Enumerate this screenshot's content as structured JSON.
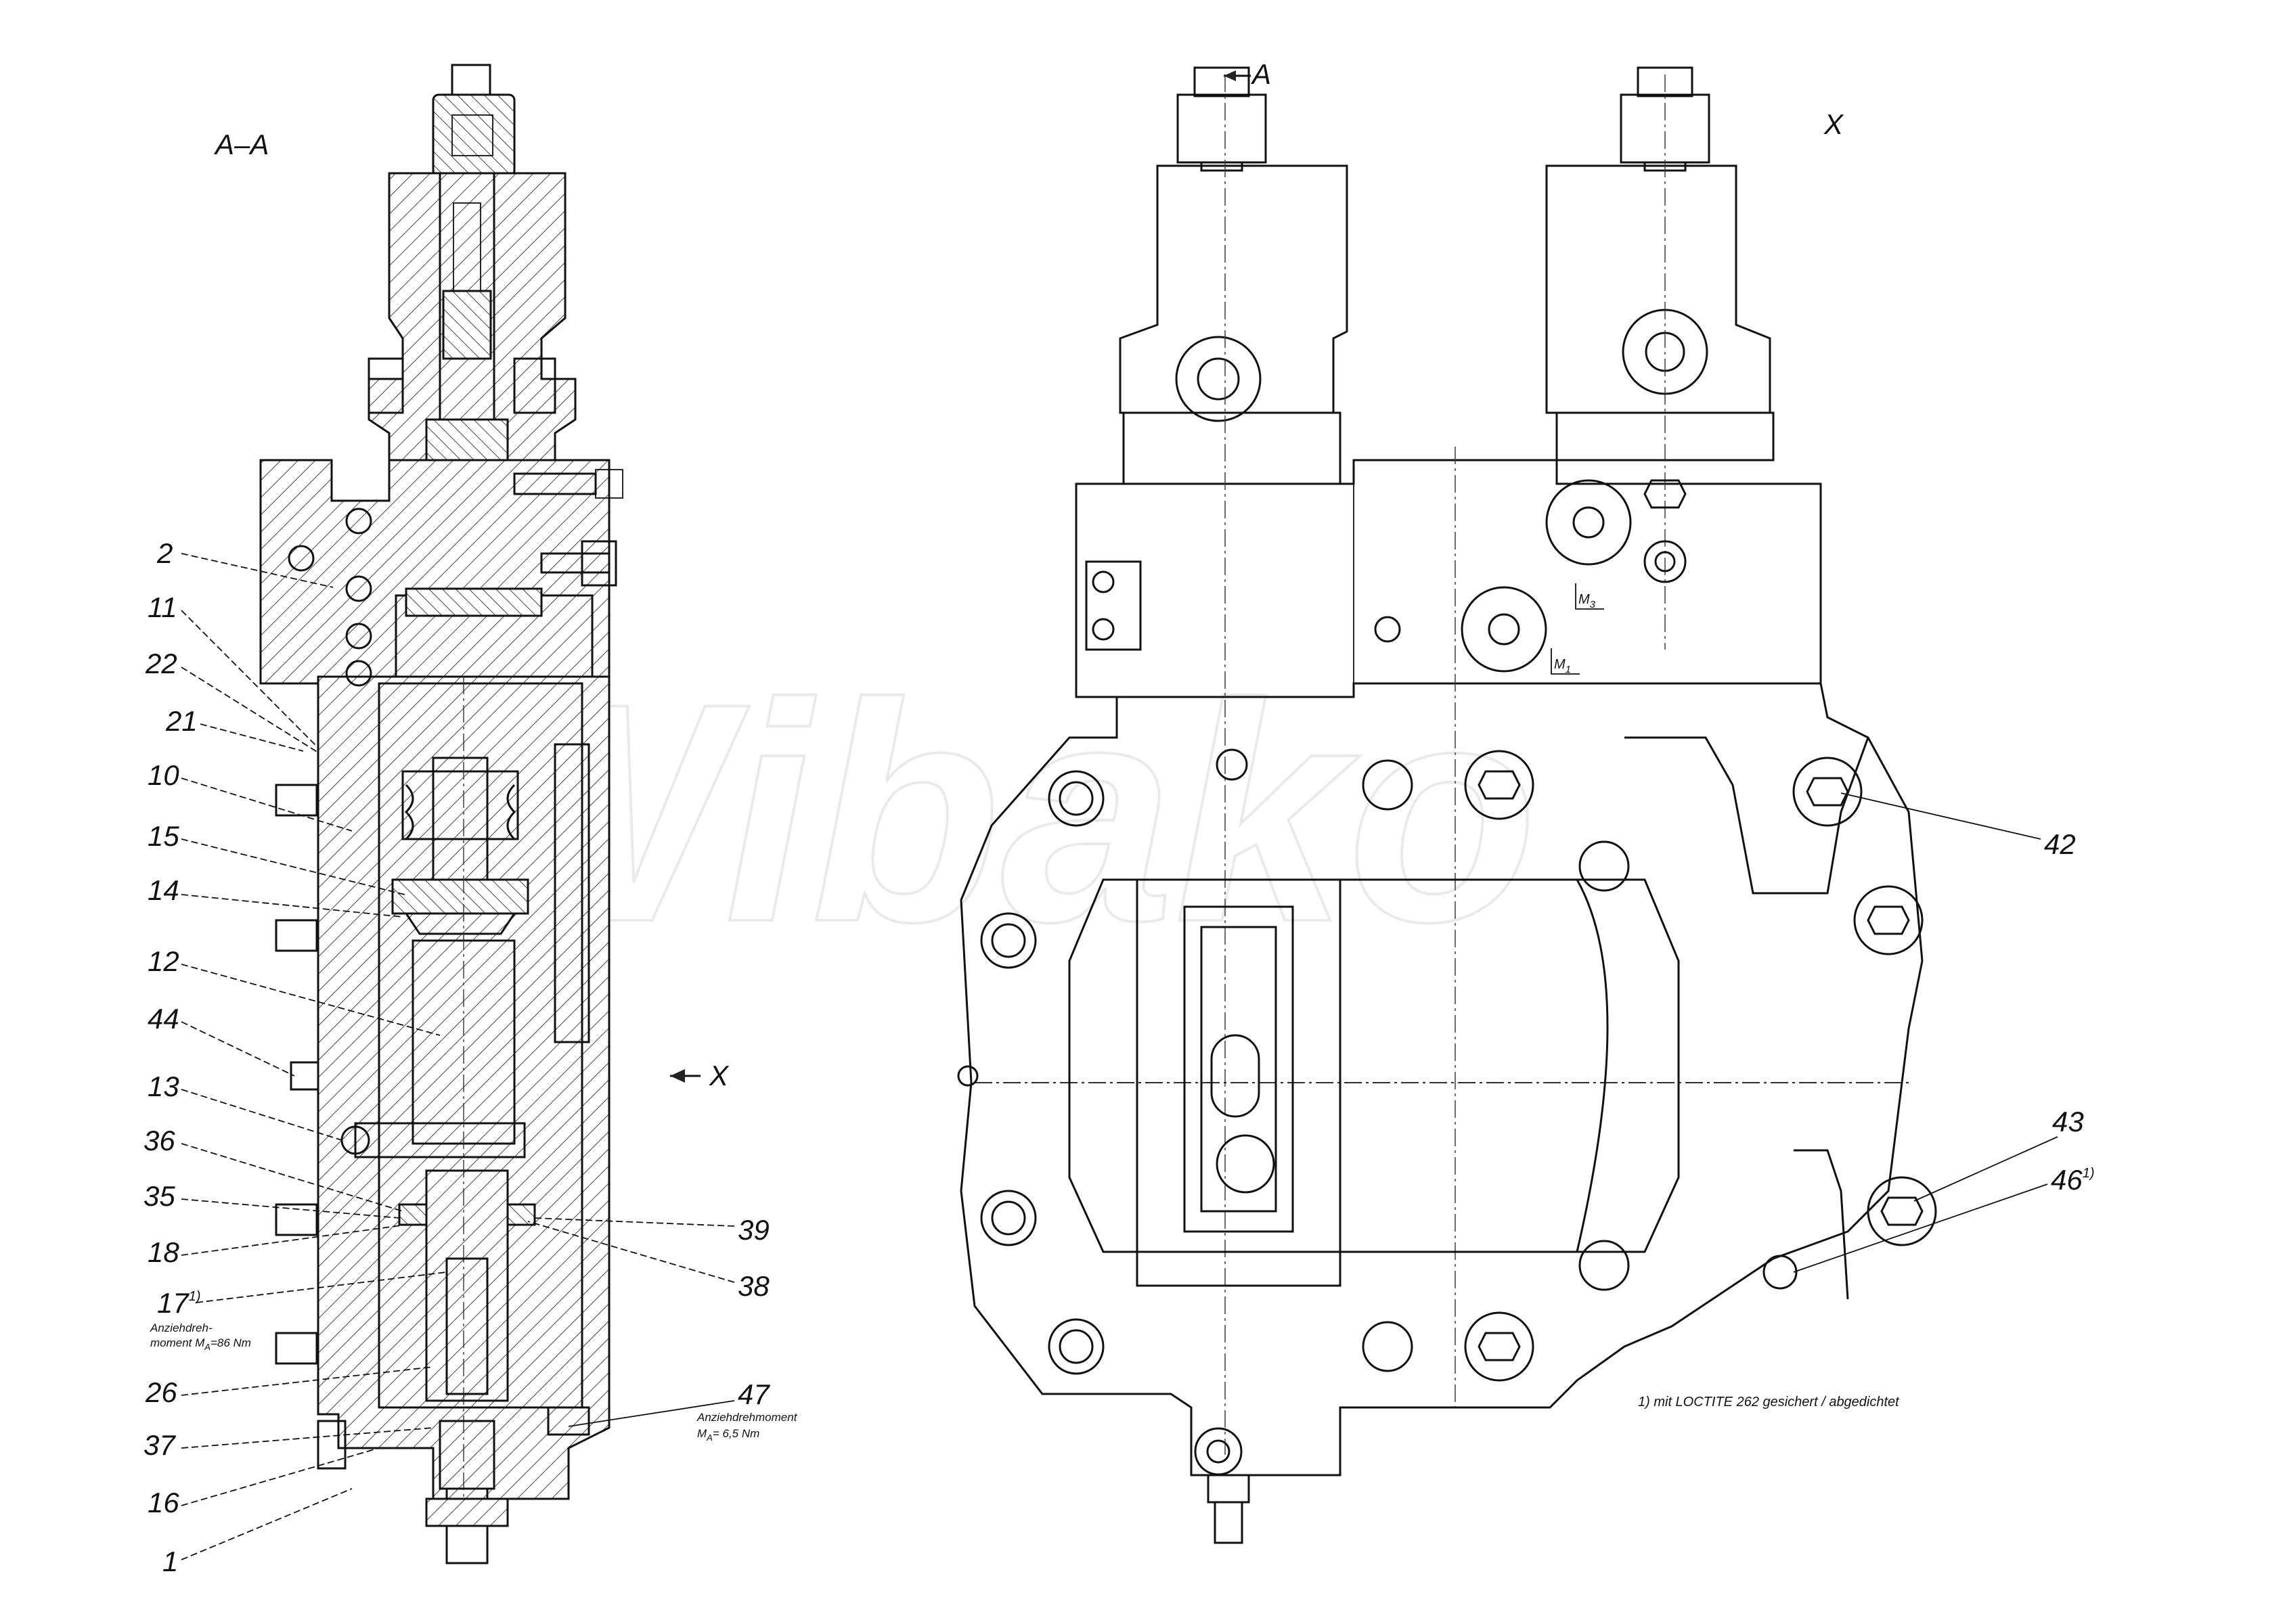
{
  "section_title": "A–A",
  "view_title": "X",
  "section_marker_label": "A",
  "view_arrow_label": "X",
  "watermark": "Wibako",
  "callouts_left": [
    {
      "id": "c2",
      "label": "2"
    },
    {
      "id": "c11",
      "label": "11"
    },
    {
      "id": "c22",
      "label": "22"
    },
    {
      "id": "c21",
      "label": "21"
    },
    {
      "id": "c10",
      "label": "10"
    },
    {
      "id": "c15",
      "label": "15"
    },
    {
      "id": "c14",
      "label": "14"
    },
    {
      "id": "c12",
      "label": "12"
    },
    {
      "id": "c44",
      "label": "44"
    },
    {
      "id": "c13",
      "label": "13"
    },
    {
      "id": "c36",
      "label": "36"
    },
    {
      "id": "c35",
      "label": "35"
    },
    {
      "id": "c18",
      "label": "18"
    },
    {
      "id": "c17",
      "label": "17"
    },
    {
      "id": "c26",
      "label": "26"
    },
    {
      "id": "c37",
      "label": "37"
    },
    {
      "id": "c16",
      "label": "16"
    },
    {
      "id": "c1",
      "label": "1"
    }
  ],
  "callouts_right": [
    {
      "id": "c39",
      "label": "39"
    },
    {
      "id": "c38",
      "label": "38"
    },
    {
      "id": "c47",
      "label": "47"
    },
    {
      "id": "c42",
      "label": "42"
    },
    {
      "id": "c43",
      "label": "43"
    },
    {
      "id": "c46",
      "label": "46"
    }
  ],
  "footnote_mark": "1)",
  "torque_note_17": {
    "line1": "Anziehdreh-",
    "line2": "moment M",
    "sub": "A",
    "value": "=86 Nm"
  },
  "torque_note_47": {
    "line1": "Anziehdrehmoment",
    "line2": "M",
    "sub": "A",
    "value": "= 6,5 Nm"
  },
  "port_labels": {
    "m3": "M",
    "m3_sub": "3",
    "m1": "M",
    "m1_sub": "1"
  },
  "footnote_text": "1) mit LOCTITE 262 gesichert / abgedichtet"
}
